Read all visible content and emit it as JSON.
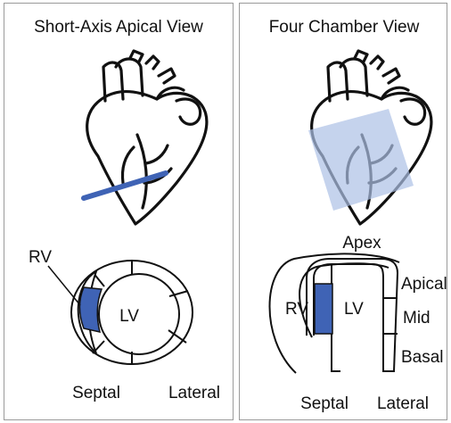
{
  "left_panel": {
    "title": "Short-Axis Apical View",
    "labels": {
      "rv": "RV",
      "lv": "LV",
      "septal": "Septal",
      "lateral": "Lateral"
    }
  },
  "right_panel": {
    "title": "Four Chamber View",
    "labels": {
      "apex": "Apex",
      "apical": "Apical",
      "mid": "Mid",
      "basal": "Basal",
      "rv": "RV",
      "lv": "LV",
      "septal": "Septal",
      "lateral": "Lateral"
    }
  },
  "colors": {
    "highlight": "#3f63b5",
    "plane": "#adc0e6",
    "outline": "#111111",
    "panel_border": "#9a9a9a"
  }
}
